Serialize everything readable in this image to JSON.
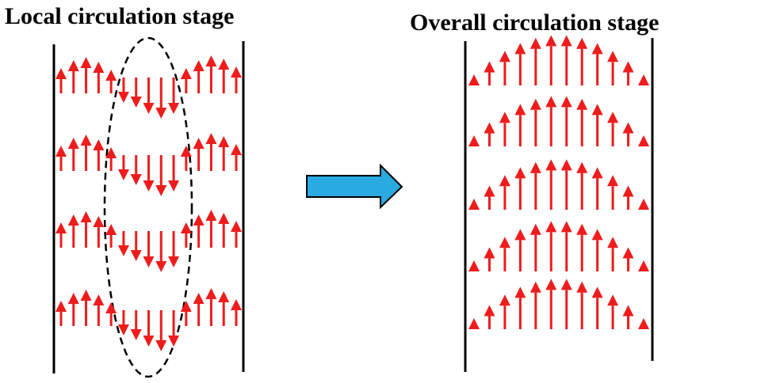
{
  "panels": [
    {
      "title": "Local circulation stage"
    },
    {
      "title": "Overall circulation stage"
    }
  ],
  "colors": {
    "arrow": "#ee1c1c",
    "wall": "#000000",
    "transition_arrow": "#29abe2",
    "dashed_region": "#000000"
  },
  "local_stage": {
    "rows": 4,
    "arrows_per_row": 15,
    "pattern": "upward flow near both walls, downward flow in the center region",
    "center_region": "dashed ellipse"
  },
  "overall_stage": {
    "rows": 5,
    "arrows_per_row": 12,
    "pattern": "all arrows upward, longest at center forming parabolic profile"
  },
  "transition": {
    "direction": "right",
    "icon": "arrow-right-icon"
  }
}
